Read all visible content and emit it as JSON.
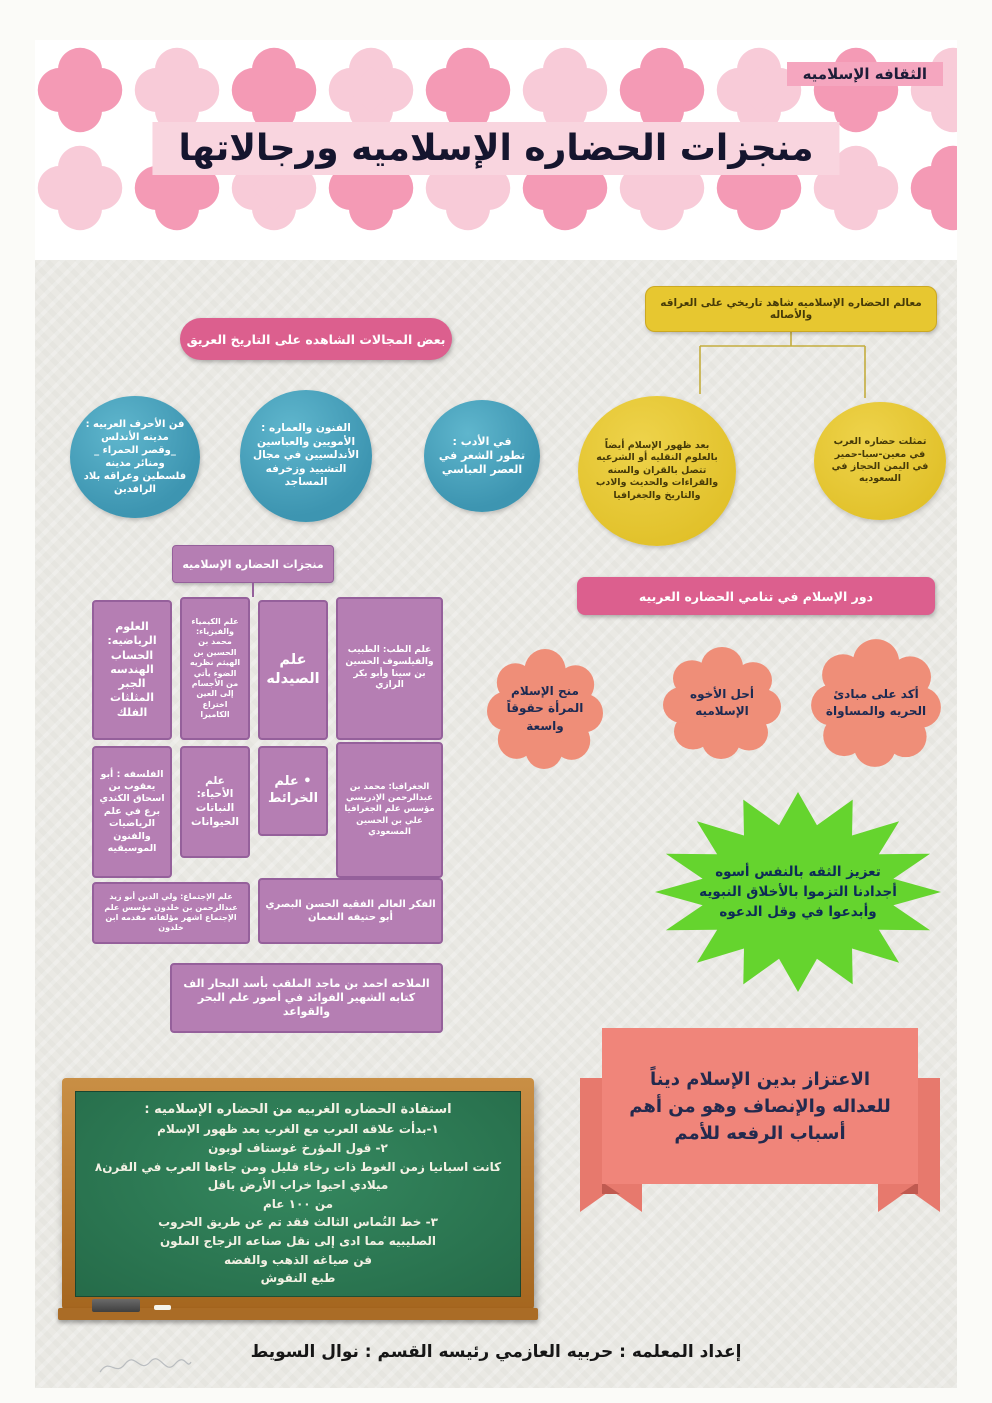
{
  "header": {
    "subject_label": "الثقافه الإسلاميه",
    "title": "منجزات الحضاره الإسلاميه ورجالاتها"
  },
  "colors": {
    "pink_dark": "#f49ab5",
    "pink_light": "#f8cbd8",
    "title_highlight": "#f9d5df",
    "label_highlight": "#f5a6bf",
    "magenta": "#dc5f8e",
    "yellow": "#e7c730",
    "teal": "#47a0bb",
    "purple": "#b57eb3",
    "purple_border": "#95609b",
    "salmon": "#ef8e78",
    "green": "#65d42e",
    "coral": "#f0857a",
    "coral_dark": "#e7796d"
  },
  "heritage": {
    "header": "معالم الحضاره الإسلاميه شاهد تاريخي على العراقه والأصاله",
    "bubble_sciences": "بعد ظهور الإسلام أيضاً بالعلوم النقليه أو الشرعيه تتصل بالقران والسنه والقراءات والحديث والادب والتاريخ والجغرافيا",
    "bubble_regions": "تمثلت حضاره العرب في معين-سبا-حمير في اليمن الحجاز في السعوديه"
  },
  "fields": {
    "header": "بعض المجالات الشاهده على التاريخ العريق",
    "calligraphy": "فن الأحرف العربيه : مدينه الأندلس _وقصر الحمراء _ ومنائر مدينه فلسطين وعراقه بلاد الرافدين",
    "arts": "الفنون والعماره : الأمويين والعباسين الأندلسيين في مجال التشييد وزخرفه المساجد",
    "literature": "في الأدب : تطور الشعر في العصر العباسي"
  },
  "achievements": {
    "header": "منجزات الحضاره الإسلاميه",
    "math": "العلوم الرياضيه: الحساب الهندسه الجبر المثلثات الفلك",
    "chemistry": "علم الكيمياء والفيزياء: محمد بن الحسين بن الهيثم نظريه الضوء يأتي من الأجسام إلى العين اختراع الكاميرا",
    "pharmacy": "علم الصيدله",
    "medicine": "علم الطب: الطبيب والفيلسوف الحسين بن سينا وأبو بكر الرازي",
    "philosophy": "الفلسفه : أبو يعقوب بن اسحاق الكندي برع في علم الرياضيات والفنون الموسيقيه",
    "biology": "علم الأحياء: النباتات الحيوانات",
    "maps": "علم الخرائط",
    "geography": "الجغرافيا: محمد بن عبدالرحمن الإدريسي مؤسس علم الجغرافيا علي بن الحسين المسعودي",
    "sociology": "علم الإجتماع: ولي الدين أبو زيد عبدالرحمن بن خلدون مؤسس علم الإجتماع اشهر مؤلفاته مقدمه ابن خلدون",
    "thought": "الفكر العالم الفقيه الحسن البصري أبو حنيفه النعمان",
    "navigation": "الملاحه احمد بن ماجد الملقب بأسد البحار الف كتابه الشهير الفوائد في أصور علم البحر والقواعد"
  },
  "islam_role": {
    "header": "دور الإسلام في تنامي الحضاره العربيه",
    "women": "منح الإسلام المرأة حقوقاً واسعة",
    "brotherhood": "أحل الأخوه الإسلاميه",
    "equality": "أكد على مبادئ الحريه والمساواة"
  },
  "starburst": "تعزيز الثقه بالنفس أسوه أجدادنا التزموا بالأخلاق النبويه وأبدعوا في وقل الدعوه",
  "banner": "الاعتزاز بدين الإسلام ديناً للعداله والإنصاف وهو من أهم أسباب الرفعه للأمم",
  "chalkboard": {
    "lines": [
      "استفادة الحضاره الغربيه من الحضاره الإسلاميه :",
      "١-بدأت علاقه العرب مع الغرب بعد ظهور الإسلام",
      "٢- قول المؤرخ غوستاف لوبون",
      "كانت اسبانيا زمن الغوط ذات رخاء قليل ومن جاءها العرب في القرن٨",
      "ميلادي احيوا خراب الأرض باقل",
      "من ١٠٠ عام",
      "٣- خط التُماس الثالث فقد تم عن طريق الحروب",
      "الصليبيه مما ادى إلى نقل صناعه الزجاج الملون",
      "فن صياغه الذهب والفضه",
      "طبع النقوش"
    ]
  },
  "footer": {
    "credit": "إعداد المعلمه : حربيه العازمي رئيسه القسم : نوال السويط"
  }
}
